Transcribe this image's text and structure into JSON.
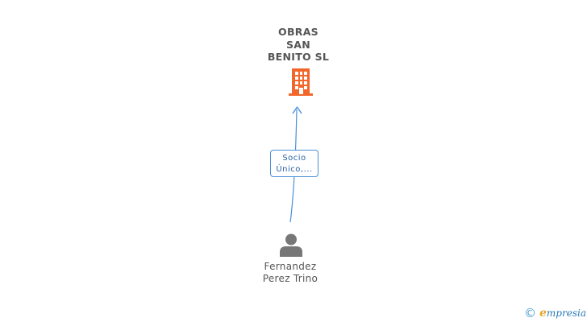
{
  "company": {
    "name_lines": [
      "OBRAS",
      "SAN",
      "BENITO SL"
    ],
    "icon": "building-icon",
    "icon_color": "#f2662b"
  },
  "relationship": {
    "label_lines": [
      "Socio",
      "Único,..."
    ],
    "arrow_color": "#4a90d9"
  },
  "person": {
    "name_lines": [
      "Fernandez",
      "Perez Trino"
    ],
    "icon": "person-icon",
    "icon_color": "#777777"
  },
  "watermark": {
    "copyright_symbol": "©",
    "brand_initial": "e",
    "brand_rest": "mpresia"
  }
}
